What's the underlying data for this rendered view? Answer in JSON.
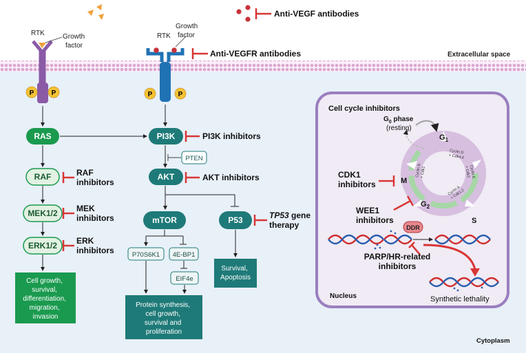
{
  "labels": {
    "rtk_left": "RTK",
    "rtk_right": "RTK",
    "growth_factor_left": [
      "Growth",
      "factor"
    ],
    "growth_factor_right": [
      "Growth",
      "factor"
    ],
    "extracellular": "Extracellular space",
    "cytoplasm": "Cytoplasm",
    "nucleus": "Nucleus",
    "phospho": "P"
  },
  "drugs": {
    "anti_vegf": "Anti-VEGF antibodies",
    "anti_vegfr": "Anti-VEGFR antibodies",
    "pi3k": "PI3K inhibitors",
    "akt": "AKT inhibitors",
    "raf": [
      "RAF",
      "inhibitors"
    ],
    "mek": [
      "MEK",
      "inhibitors"
    ],
    "erk": [
      "ERK",
      "inhibitors"
    ],
    "tp53_italic": "TP53",
    "tp53_rest": " gene",
    "tp53_line2": "therapy",
    "cdk1": [
      "CDK1",
      "inhibitors"
    ],
    "wee1": [
      "WEE1",
      "inhibitors"
    ],
    "parp": [
      "PARP/HR-related",
      "inhibitors"
    ]
  },
  "nodes": {
    "ras": "RAS",
    "raf": "RAF",
    "mek": "MEK1/2",
    "erk": "ERK1/2",
    "pi3k": "PI3K",
    "pten": "PTEN",
    "akt": "AKT",
    "mtor": "mTOR",
    "p53": "P53",
    "p70": "P70S6K1",
    "ebp": "4E-BP1",
    "eif": "EIF4e",
    "ddr": "DDR"
  },
  "outcomes": {
    "mapk": [
      "Cell growth,",
      "survival,",
      "differentiation,",
      "migration,",
      "invasion"
    ],
    "mtor": [
      "Protein synthesis,",
      "cell growth,",
      "survival and",
      "proliferation"
    ],
    "p53": [
      "Survival,",
      "Apoptosis"
    ]
  },
  "cell_cycle": {
    "title": "Cell cycle inhibitors",
    "g0_sub": "0",
    "g0_rest": " phase",
    "g0_resting": "(resting)",
    "phases": {
      "g1": "G",
      "g1_sub": "1",
      "s": "S",
      "g2": "G",
      "g2_sub": "2",
      "m": "M"
    },
    "cyclins": {
      "d": [
        "Cyclin D",
        "+ Cdk4,6"
      ],
      "e": [
        "Cyclin E",
        "+ Cdk2"
      ],
      "a": [
        "Cyclin A",
        "+ Cdk1,2"
      ],
      "b": [
        "Cyclin B",
        "+ Cdk1"
      ]
    },
    "synthetic_lethality": "Synthetic lethality"
  },
  "colors": {
    "ras_pathway": "#1a9a4f",
    "light_green": "#e2f1e2",
    "teal": "#1e7a78",
    "membrane": "#d9a8cf",
    "cytoplasm": "#e8f0f8",
    "nucleus_fill": "#f0ebf4",
    "nucleus_border": "#9a7fbf",
    "inhibitor": "#d83636",
    "vegf": "#c8323a",
    "growth_factor": "#f0a03a",
    "rtk_purple": "#8a5aa6",
    "rtk_blue": "#1f72b4"
  }
}
